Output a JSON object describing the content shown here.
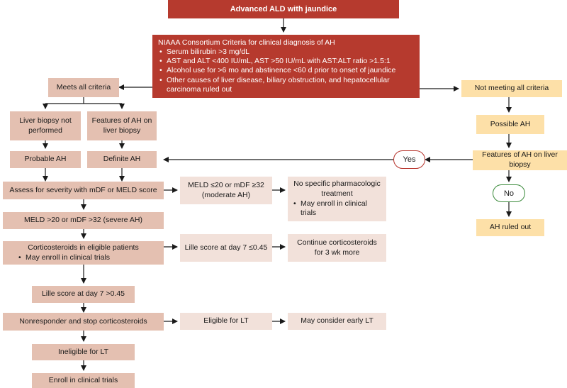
{
  "title": "Advanced ALD with jaundice",
  "niaaa": {
    "heading": "NIAAA Consortium Criteria for clinical diagnosis of AH",
    "criteria": [
      "Serum bilirubin >3 mg/dL",
      "AST and ALT <400 IU/mL, AST >50 IU/mL with AST:ALT ratio >1.5:1",
      "Alcohol use for >6 mo and abstinence <60 d prior to onset of jaundice",
      "Other causes of liver disease, biliary obstruction, and hepatocellular carcinoma ruled out"
    ]
  },
  "left": {
    "meets": "Meets all criteria",
    "biopsy_not_performed": "Liver biopsy not performed",
    "features_biopsy": "Features of AH on liver biopsy",
    "probable": "Probable AH",
    "definite": "Definite AH",
    "assess": "Assess for severity with mDF or MELD score",
    "moderate": "MELD ≤20 or mDF ≥32 (moderate AH)",
    "no_treatment": "No specific pharmacologic treatment",
    "no_treatment_bullet": "May enroll in clinical trials",
    "severe": "MELD >20 or mDF >32 (severe AH)",
    "cortico": "Corticosteroids in eligible patients",
    "cortico_bullet": "May enroll in clinical trials",
    "lille_low": "Lille score at day 7 ≤0.45",
    "continue": "Continue corticosteroids for 3 wk more",
    "lille_high": "Lille score at day 7 >0.45",
    "nonresponder": "Nonresponder and stop corticosteroids",
    "eligible_lt": "Eligible for LT",
    "early_lt": "May consider early LT",
    "ineligible_lt": "Ineligible for LT",
    "enroll": "Enroll in clinical trials"
  },
  "right": {
    "not_meeting": "Not meeting all criteria",
    "possible": "Possible AH",
    "features_biopsy": "Features of AH on liver biopsy",
    "yes": "Yes",
    "no": "No",
    "ruled_out": "AH ruled out"
  },
  "colors": {
    "red": "#b63a2e",
    "pink": "#e4c0b1",
    "light_pink": "#f2e1da",
    "yellow": "#fde0a8",
    "yes_border": "#b6322a",
    "no_border": "#3a8a3a"
  }
}
